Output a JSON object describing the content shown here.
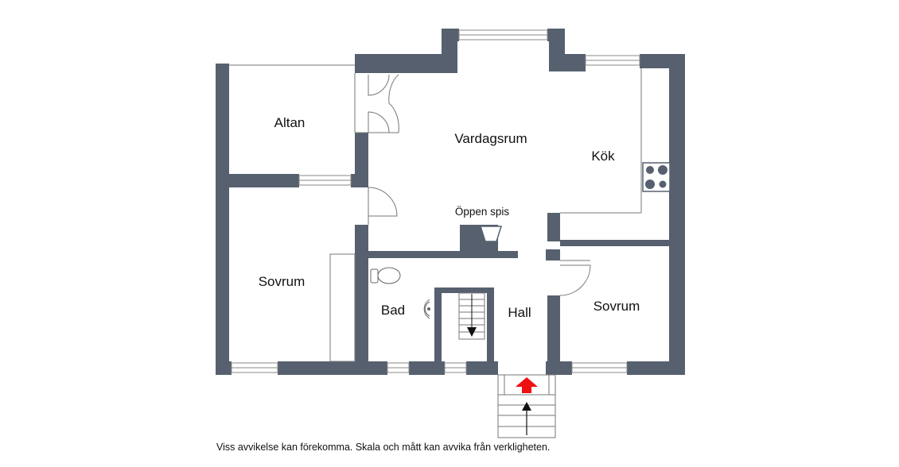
{
  "rooms": {
    "altan": "Altan",
    "vardagsrum": "Vardagsrum",
    "kok": "Kök",
    "sovrum_left": "Sovrum",
    "oppen_spis": "Öppen spis",
    "bad": "Bad",
    "hall": "Hall",
    "sovrum_right": "Sovrum"
  },
  "disclaimer": "Viss avvikelse kan förekomma. Skala och mått kan avvika från verkligheten.",
  "colors": {
    "wall": "#57606f",
    "entrance_arrow": "#ee1111",
    "line": "#777777"
  }
}
